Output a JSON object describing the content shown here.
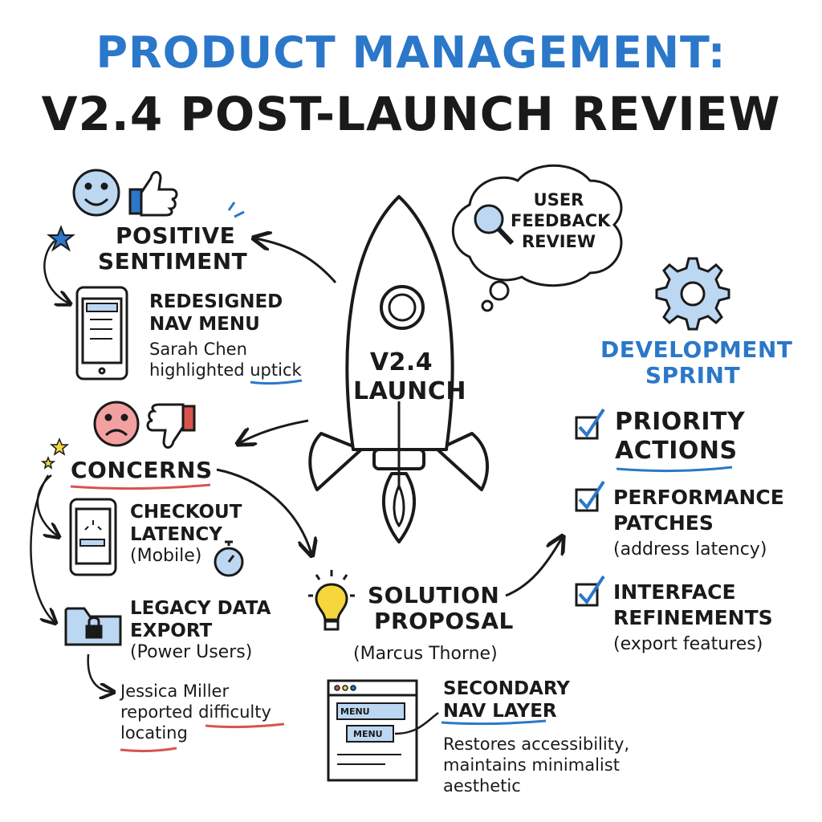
{
  "title": {
    "line1": "PRODUCT MANAGEMENT:",
    "line2": "V2.4 POST-LAUNCH REVIEW"
  },
  "center": {
    "rocket_label_line1": "V2.4",
    "rocket_label_line2": "LAUNCH",
    "thought_line1": "USER",
    "thought_line2": "FEEDBACK",
    "thought_line3": "REVIEW"
  },
  "positive": {
    "heading_line1": "POSITIVE",
    "heading_line2": "SENTIMENT",
    "item_line1": "REDESIGNED",
    "item_line2": "NAV MENU",
    "note_line1": "Sarah Chen",
    "note_line2": "highlighted uptick"
  },
  "concerns": {
    "heading": "CONCERNS",
    "item1_line1": "CHECKOUT",
    "item1_line2": "LATENCY",
    "item1_line3": "(Mobile)",
    "item2_line1": "LEGACY DATA",
    "item2_line2": "EXPORT",
    "item2_line3": "(Power Users)",
    "note_line1": "Jessica Miller",
    "note_line2": "reported difficulty",
    "note_line3": "locating"
  },
  "solution": {
    "heading_line1": "SOLUTION",
    "heading_line2": "PROPOSAL",
    "author": "(Marcus Thorne)",
    "menu_label1": "MENU",
    "menu_label2": "MENU",
    "item_line1": "SECONDARY",
    "item_line2": "NAV LAYER",
    "desc_line1": "Restores accessibility,",
    "desc_line2": "maintains minimalist",
    "desc_line3": "aesthetic"
  },
  "sprint": {
    "heading_line1": "DEVELOPMENT",
    "heading_line2": "SPRINT",
    "action1_line1": "PRIORITY",
    "action1_line2": "ACTIONS",
    "action2_line1": "PERFORMANCE",
    "action2_line2": "PATCHES",
    "action2_note": "(address latency)",
    "action3_line1": "INTERFACE",
    "action3_line2": "REFINEMENTS",
    "action3_note": "(export features)"
  },
  "colors": {
    "accent_blue": "#2b77c9",
    "underline_red": "#d9534f",
    "icon_blue_fill": "#bcd7f2",
    "sad_face": "#f3a0a0",
    "bulb": "#f5d63d"
  }
}
